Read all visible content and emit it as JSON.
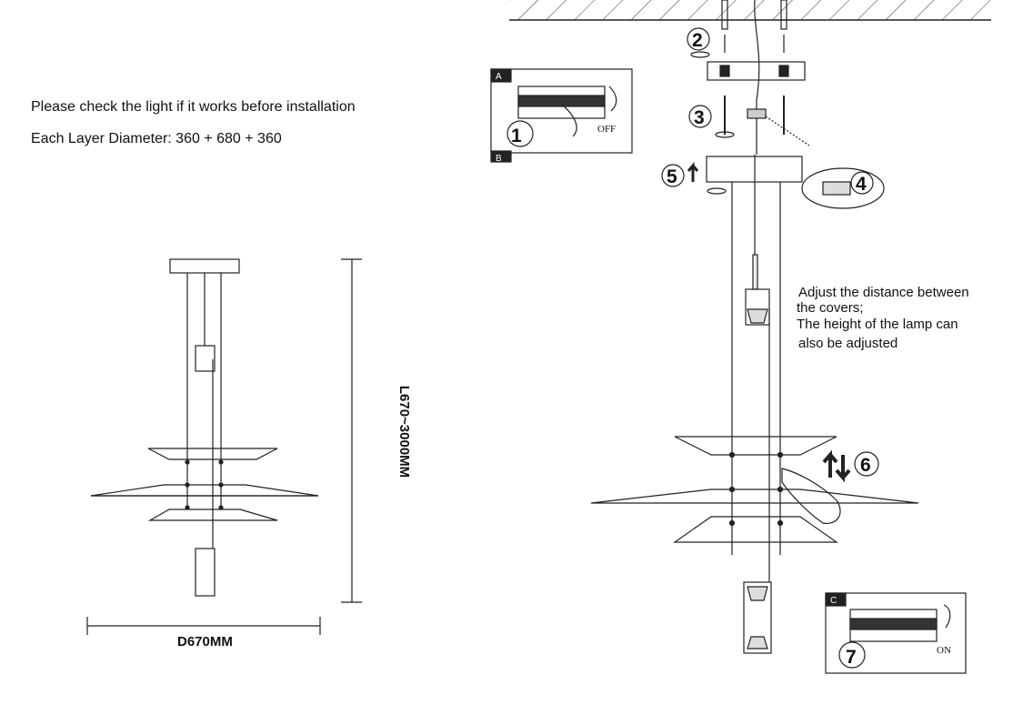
{
  "notes": {
    "line1": "Please check the light if it works before installation",
    "line2": "Each Layer Diameter: 360 + 680 + 360"
  },
  "dimensions": {
    "length": "L670~3000MM",
    "diameter": "D670MM"
  },
  "adjust_note": {
    "line1": "Adjust the distance between",
    "line2": "the covers;",
    "line3": "The height of the lamp can",
    "line4": "also be adjusted"
  },
  "steps": [
    "1",
    "2",
    "3",
    "4",
    "5",
    "6",
    "7"
  ],
  "panels": {
    "a_label": "A",
    "b_label": "B",
    "c_label": "C",
    "off_label": "OFF",
    "on_label": "ON"
  }
}
